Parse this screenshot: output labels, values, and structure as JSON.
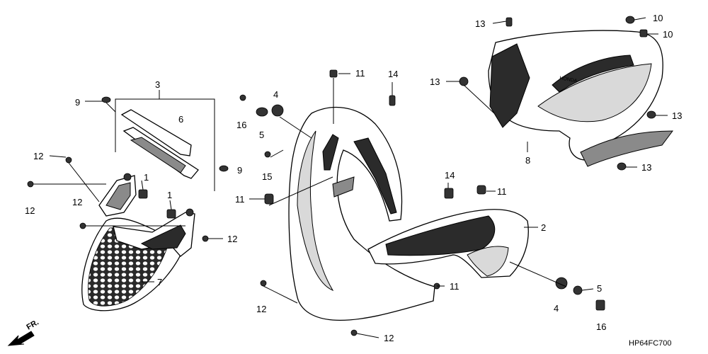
{
  "diagram": {
    "part_labels": {
      "p1a": "1",
      "p1b": "1",
      "p2": "2",
      "p3": "3",
      "p4a": "4",
      "p4b": "4",
      "p5a": "5",
      "p5b": "5",
      "p6": "6",
      "p7": "7",
      "p8": "8",
      "p9a": "9",
      "p9b": "9",
      "p10a": "10",
      "p10b": "10",
      "p11a": "11",
      "p11b": "11",
      "p11c": "11",
      "p11d": "11",
      "p12a": "12",
      "p12b": "12",
      "p12c": "12",
      "p12d": "12",
      "p12e": "12",
      "p12f": "12",
      "p13a": "13",
      "p13b": "13",
      "p13c": "13",
      "p13d": "13",
      "p14a": "14",
      "p14b": "14",
      "p15": "15",
      "p16a": "16",
      "p16b": "16"
    },
    "direction_label": "FR.",
    "diagram_code": "HP64FC700"
  }
}
